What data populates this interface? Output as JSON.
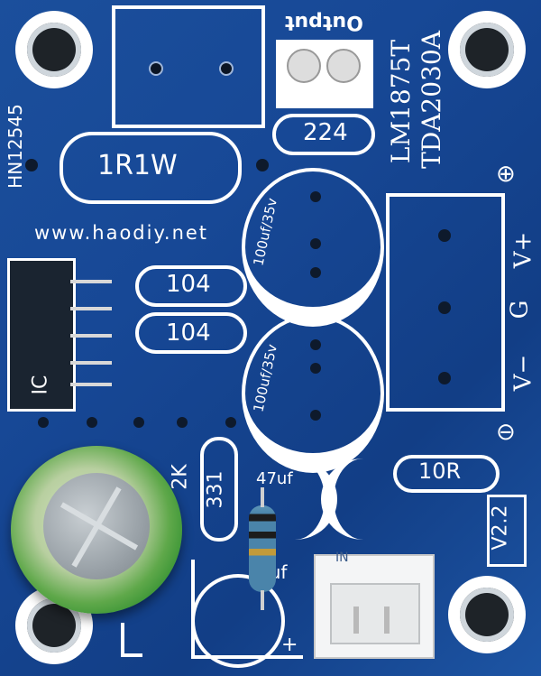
{
  "board": {
    "model_code": "HN12545",
    "website": "www.haodiy.net",
    "chip_label_1": "LM1875T",
    "chip_label_2": "TDA2030A",
    "output_label": "Output",
    "cap_224": "224",
    "resistor_1r1w": "1R1W",
    "cap_104_top": "104",
    "cap_104_bottom": "104",
    "cap_100uf_top": "100uf/35v",
    "cap_100uf_bottom": "100uf/35v",
    "cap_47uf": "47uf",
    "resistor_10r": "10R",
    "resistor_331": "331",
    "resistor_2k": "2K",
    "ic_label": "IC",
    "power_v_plus": "V+",
    "power_g": "G",
    "power_v_minus": "V−",
    "version": "V2.2",
    "plus_symbol": "⊕",
    "minus_symbol": "⊖",
    "input_label": "1uf",
    "plus_marker": "+",
    "conn_label": "IN"
  },
  "colors": {
    "pcb_blue": "#1b4f9c",
    "silkscreen": "#ffffff",
    "capacitor_green": "#3aa33a"
  }
}
